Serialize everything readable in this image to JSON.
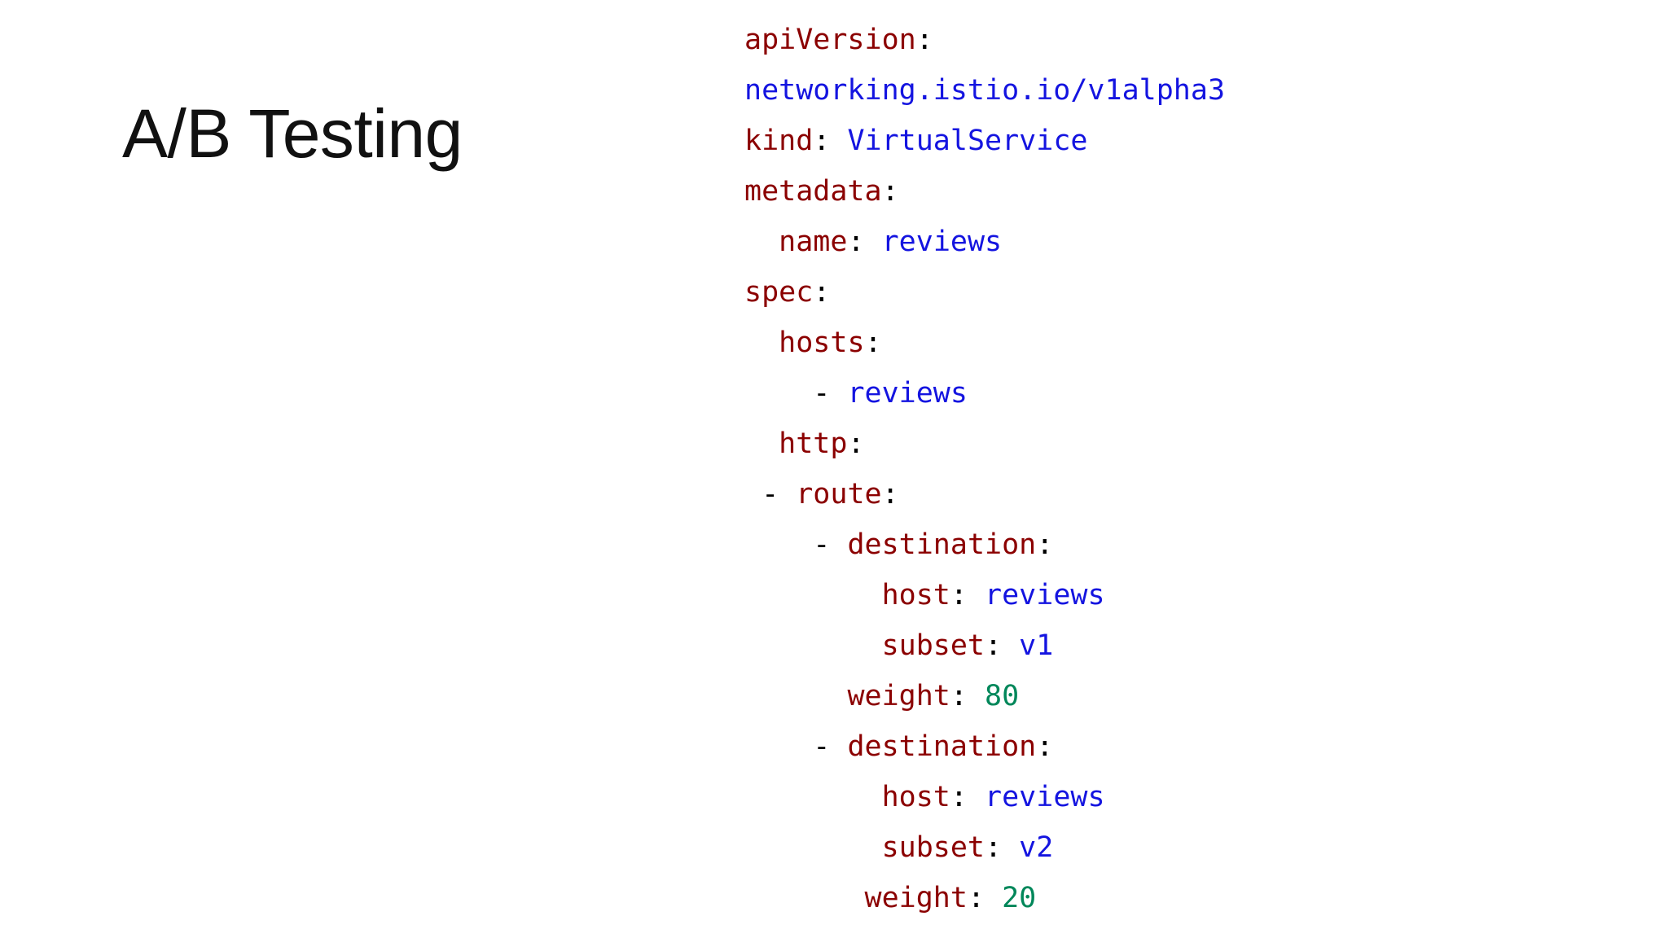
{
  "slide": {
    "title": "A/B Testing",
    "background_color": "#ffffff"
  },
  "colors": {
    "key": "#8B0000",
    "string": "#1414E0",
    "number": "#00875A",
    "punctuation": "#000000",
    "title": "#111111"
  },
  "code": {
    "language": "yaml",
    "raw": "apiVersion: networking.istio.io/v1alpha3\nkind: VirtualService\nmetadata:\n  name: reviews\nspec:\n  hosts:\n    - reviews\n  http:\n  - route:\n    - destination:\n        host: reviews\n        subset: v1\n      weight: 80\n    - destination:\n        host: reviews\n        subset: v2\n       weight: 20",
    "lines": [
      {
        "indent": 0,
        "tokens": [
          {
            "type": "key",
            "text": "apiVersion"
          },
          {
            "type": "punct",
            "text": ":"
          }
        ]
      },
      {
        "indent": 0,
        "tokens": [
          {
            "type": "string",
            "text": "networking.istio.io/v1alpha3"
          }
        ]
      },
      {
        "indent": 0,
        "tokens": [
          {
            "type": "key",
            "text": "kind"
          },
          {
            "type": "punct",
            "text": ": "
          },
          {
            "type": "string",
            "text": "VirtualService"
          }
        ]
      },
      {
        "indent": 0,
        "tokens": [
          {
            "type": "key",
            "text": "metadata"
          },
          {
            "type": "punct",
            "text": ":"
          }
        ]
      },
      {
        "indent": 2,
        "tokens": [
          {
            "type": "key",
            "text": "name"
          },
          {
            "type": "punct",
            "text": ": "
          },
          {
            "type": "string",
            "text": "reviews"
          }
        ]
      },
      {
        "indent": 0,
        "tokens": [
          {
            "type": "key",
            "text": "spec"
          },
          {
            "type": "punct",
            "text": ":"
          }
        ]
      },
      {
        "indent": 2,
        "tokens": [
          {
            "type": "key",
            "text": "hosts"
          },
          {
            "type": "punct",
            "text": ":"
          }
        ]
      },
      {
        "indent": 4,
        "tokens": [
          {
            "type": "dash",
            "text": "- "
          },
          {
            "type": "string",
            "text": "reviews"
          }
        ]
      },
      {
        "indent": 2,
        "tokens": [
          {
            "type": "key",
            "text": "http"
          },
          {
            "type": "punct",
            "text": ":"
          }
        ]
      },
      {
        "indent": 1,
        "tokens": [
          {
            "type": "dash",
            "text": "- "
          },
          {
            "type": "key",
            "text": "route"
          },
          {
            "type": "punct",
            "text": ":"
          }
        ]
      },
      {
        "indent": 4,
        "tokens": [
          {
            "type": "dash",
            "text": "- "
          },
          {
            "type": "key",
            "text": "destination"
          },
          {
            "type": "punct",
            "text": ":"
          }
        ]
      },
      {
        "indent": 8,
        "tokens": [
          {
            "type": "key",
            "text": "host"
          },
          {
            "type": "punct",
            "text": ": "
          },
          {
            "type": "string",
            "text": "reviews"
          }
        ]
      },
      {
        "indent": 8,
        "tokens": [
          {
            "type": "key",
            "text": "subset"
          },
          {
            "type": "punct",
            "text": ": "
          },
          {
            "type": "string",
            "text": "v1"
          }
        ]
      },
      {
        "indent": 6,
        "tokens": [
          {
            "type": "key",
            "text": "weight"
          },
          {
            "type": "punct",
            "text": ": "
          },
          {
            "type": "num",
            "text": "80"
          }
        ]
      },
      {
        "indent": 4,
        "tokens": [
          {
            "type": "dash",
            "text": "- "
          },
          {
            "type": "key",
            "text": "destination"
          },
          {
            "type": "punct",
            "text": ":"
          }
        ]
      },
      {
        "indent": 8,
        "tokens": [
          {
            "type": "key",
            "text": "host"
          },
          {
            "type": "punct",
            "text": ": "
          },
          {
            "type": "string",
            "text": "reviews"
          }
        ]
      },
      {
        "indent": 8,
        "tokens": [
          {
            "type": "key",
            "text": "subset"
          },
          {
            "type": "punct",
            "text": ": "
          },
          {
            "type": "string",
            "text": "v2"
          }
        ]
      },
      {
        "indent": 7,
        "tokens": [
          {
            "type": "key",
            "text": "weight"
          },
          {
            "type": "punct",
            "text": ": "
          },
          {
            "type": "num",
            "text": "20"
          }
        ]
      }
    ]
  },
  "semantics": {
    "resource_kind": "VirtualService",
    "api_version": "networking.istio.io/v1alpha3",
    "name": "reviews",
    "hosts": [
      "reviews"
    ],
    "routes": [
      {
        "host": "reviews",
        "subset": "v1",
        "weight": 80
      },
      {
        "host": "reviews",
        "subset": "v2",
        "weight": 20
      }
    ]
  }
}
